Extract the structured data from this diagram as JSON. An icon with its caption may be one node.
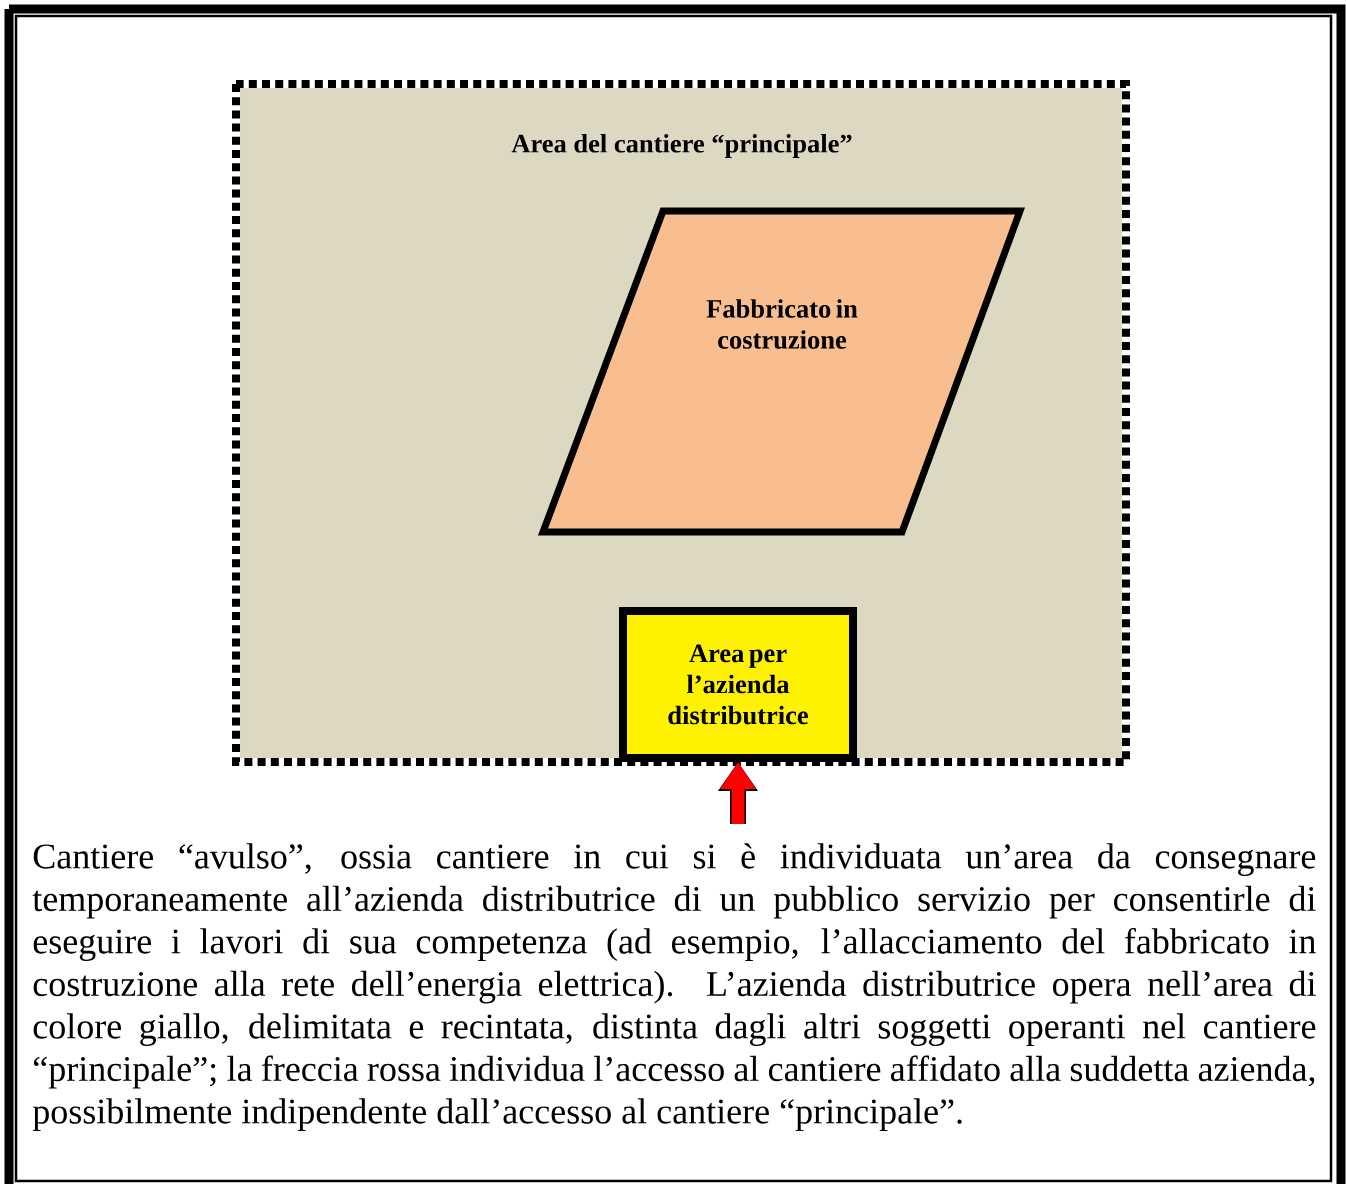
{
  "diagram": {
    "nodes": [
      {
        "text": [
          "Area del cantiere “principale”"
        ]
      },
      {
        "text": [
          "Fabbricato in costruzione"
        ],
        "in": 0
      },
      {
        "text": [
          "Area per l’azienda distributrice"
        ],
        "in": 0
      }
    ],
    "edges": [
      {
        "from": null,
        "to": 2,
        "arrow": "to",
        "color": "#ff0000"
      }
    ],
    "labels": [
      "Cantiere “avulso”, ossia cantiere in cui si è individuata un’area da consegnare temporaneamente all’azienda distributrice di un pubblico servizio per consentirle di eseguire i lavori di sua competenza (ad esempio, l’allacciamento del fabbricato in costruzione alla rete dell’energia elettrica). L’azienda distributrice opera nell’area di colore giallo, delimitata e recintata, distinta dagli altri soggetti operanti nel cantiere “principale”; la freccia rossa individua l’accesso al cantiere affidato alla suddetta azienda, possibilmente indipendente dall’accesso al cantiere “principale”."
    ]
  }
}
